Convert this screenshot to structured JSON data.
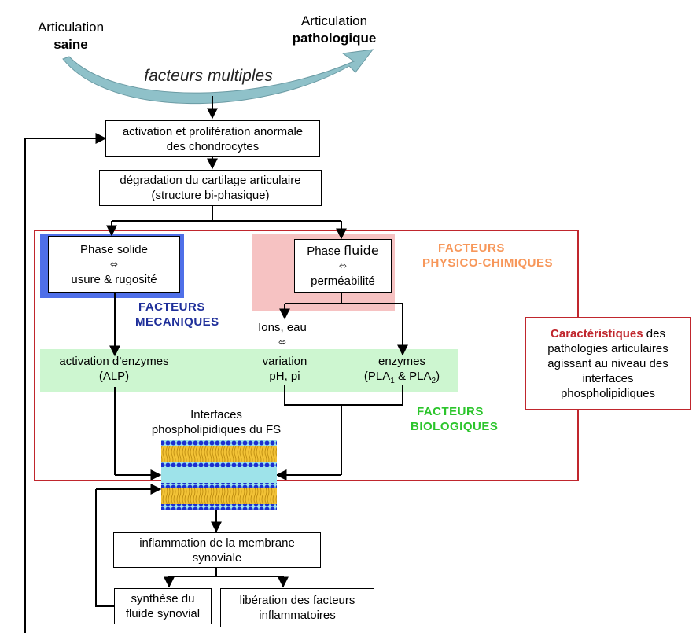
{
  "header": {
    "left_line1": "Articulation",
    "left_line2": "saine",
    "right_line1": "Articulation",
    "right_line2": "pathologique",
    "arc_label": "facteurs multiples"
  },
  "boxes": {
    "activation_line1": "activation et prolifération anormale",
    "activation_line2": "des chondrocytes",
    "degradation_line1": "dégradation du cartilage articulaire",
    "degradation_line2": "(structure bi-phasique)",
    "solid_line1": "Phase solide",
    "solid_line2": "⬄",
    "solid_line3": "usure & rugosité",
    "fluid_word1": "Phase",
    "fluid_word2": "fluide",
    "fluid_line2": "⬄",
    "fluid_line3": "perméabilité",
    "inflammation_line1": "inflammation de la membrane",
    "inflammation_line2": "synoviale",
    "synthesis_line1": "synthèse du",
    "synthesis_line2": "fluide synovial",
    "liberation_line1": "libération des facteurs",
    "liberation_line2": "inflammatoires"
  },
  "factors": {
    "physico_line1": "FACTEURS",
    "physico_line2": "PHYSICO-CHIMIQUES",
    "meca_line1": "FACTEURS",
    "meca_line2": "MECANIQUES",
    "bio_line1": "FACTEURS",
    "bio_line2": "BIOLOGIQUES"
  },
  "middle": {
    "ions": "Ions, eau",
    "ions_arrow": "⬄",
    "enz_act_line1": "activation d’enzymes",
    "enz_act_line2": "(ALP)",
    "variation_line1": "variation",
    "variation_line2": "pH, pi",
    "enzymes_line1": "enzymes",
    "pla_open": "(PLA",
    "pla_sub1": "1",
    "pla_mid": " & PLA",
    "pla_sub2": "2",
    "pla_close": ")",
    "interfaces_line1": "Interfaces",
    "interfaces_line2": "phospholipidiques du FS"
  },
  "characteristics": {
    "bold": "Caractéristiques",
    "line1_rest": " des",
    "line2": "pathologies articulaires",
    "line3": "agissant au niveau des",
    "line4": "interfaces",
    "line5": "phospholipidiques"
  },
  "colors": {
    "red_frame": "#c0262d",
    "blue_fill": "#4f6fe8",
    "pink_fill": "#f6c2c2",
    "green_fill": "#cdf6d0",
    "arc_fill": "#8fc1c9",
    "orange_text": "#f7975a",
    "navy_text": "#1f2f9a",
    "green_text": "#2cc52c"
  }
}
